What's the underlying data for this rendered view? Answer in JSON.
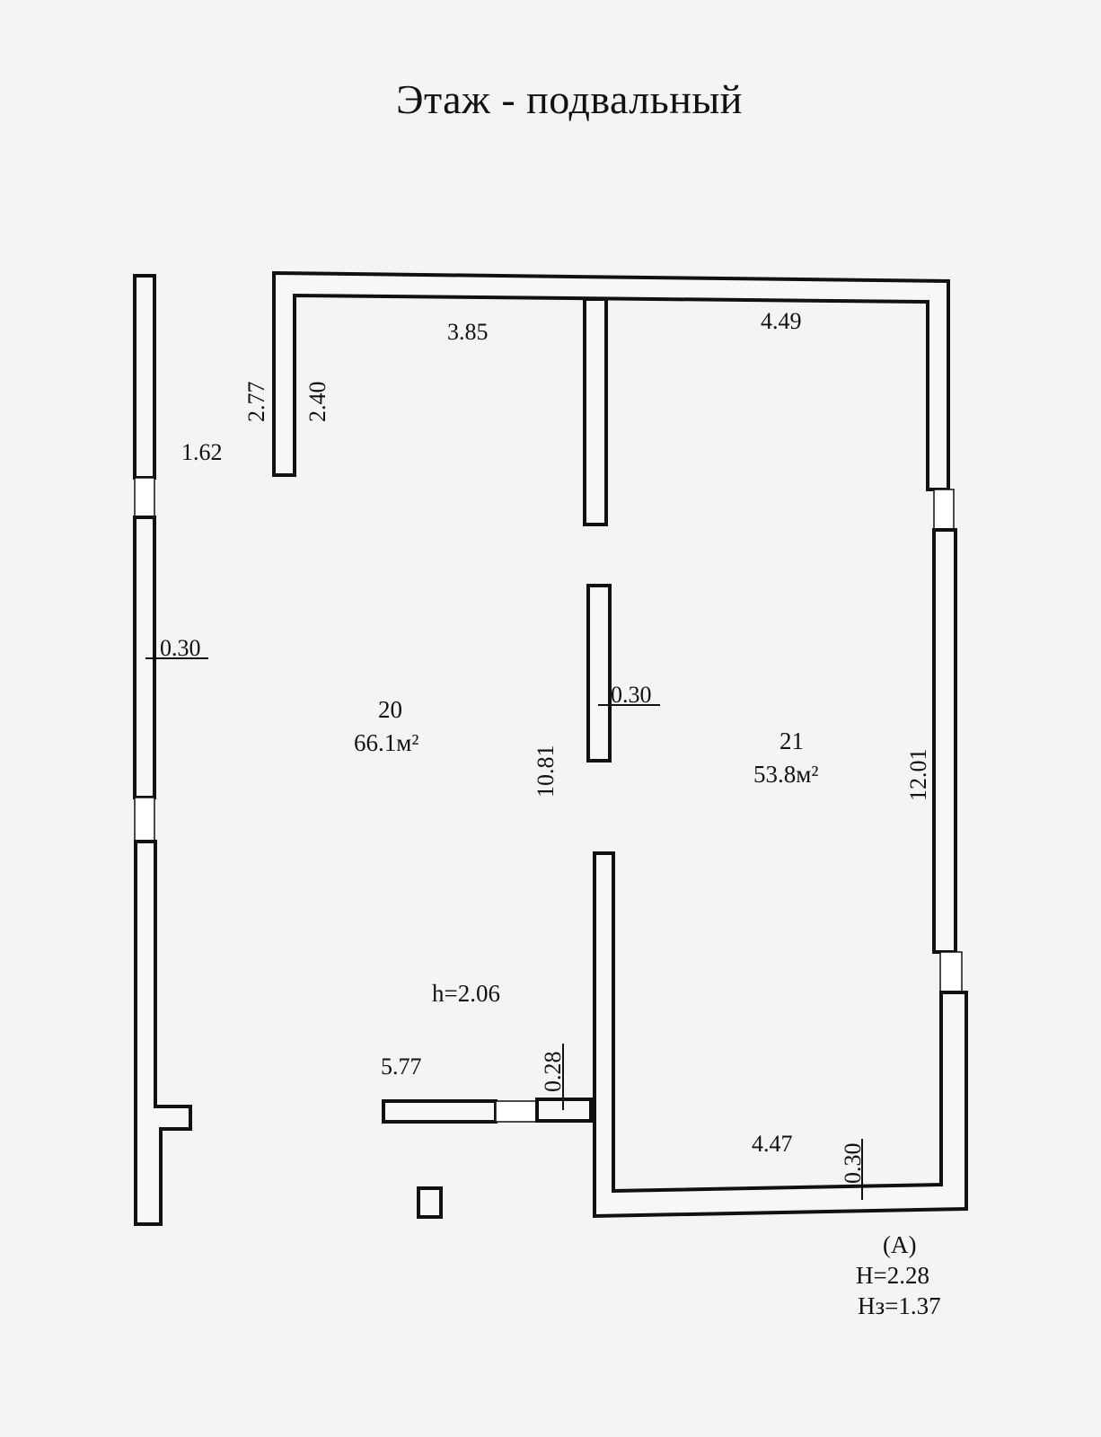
{
  "title": "Этаж - подвальный",
  "rooms": [
    {
      "number": "20",
      "area": "66.1м²"
    },
    {
      "number": "21",
      "area": "53.8м²"
    }
  ],
  "dimensions": {
    "top_left_room": "3.85",
    "top_right_room": "4.49",
    "left_stub_outer": "2.77",
    "left_stub_inner": "2.40",
    "entrance_width": "1.62",
    "left_wall_thickness": "0.30",
    "center_wall_thickness": "0.30",
    "room20_length": "10.81",
    "room21_length": "12.01",
    "bottom_left_wall": "5.77",
    "bottom_left_thickness": "0.28",
    "bottom_right_wall": "4.47",
    "bottom_right_thickness": "0.30",
    "room20_height": "h=2.06"
  },
  "legend": {
    "label": "(А)",
    "height": "Н=2.28",
    "height_ground": "Нз=1.37"
  }
}
